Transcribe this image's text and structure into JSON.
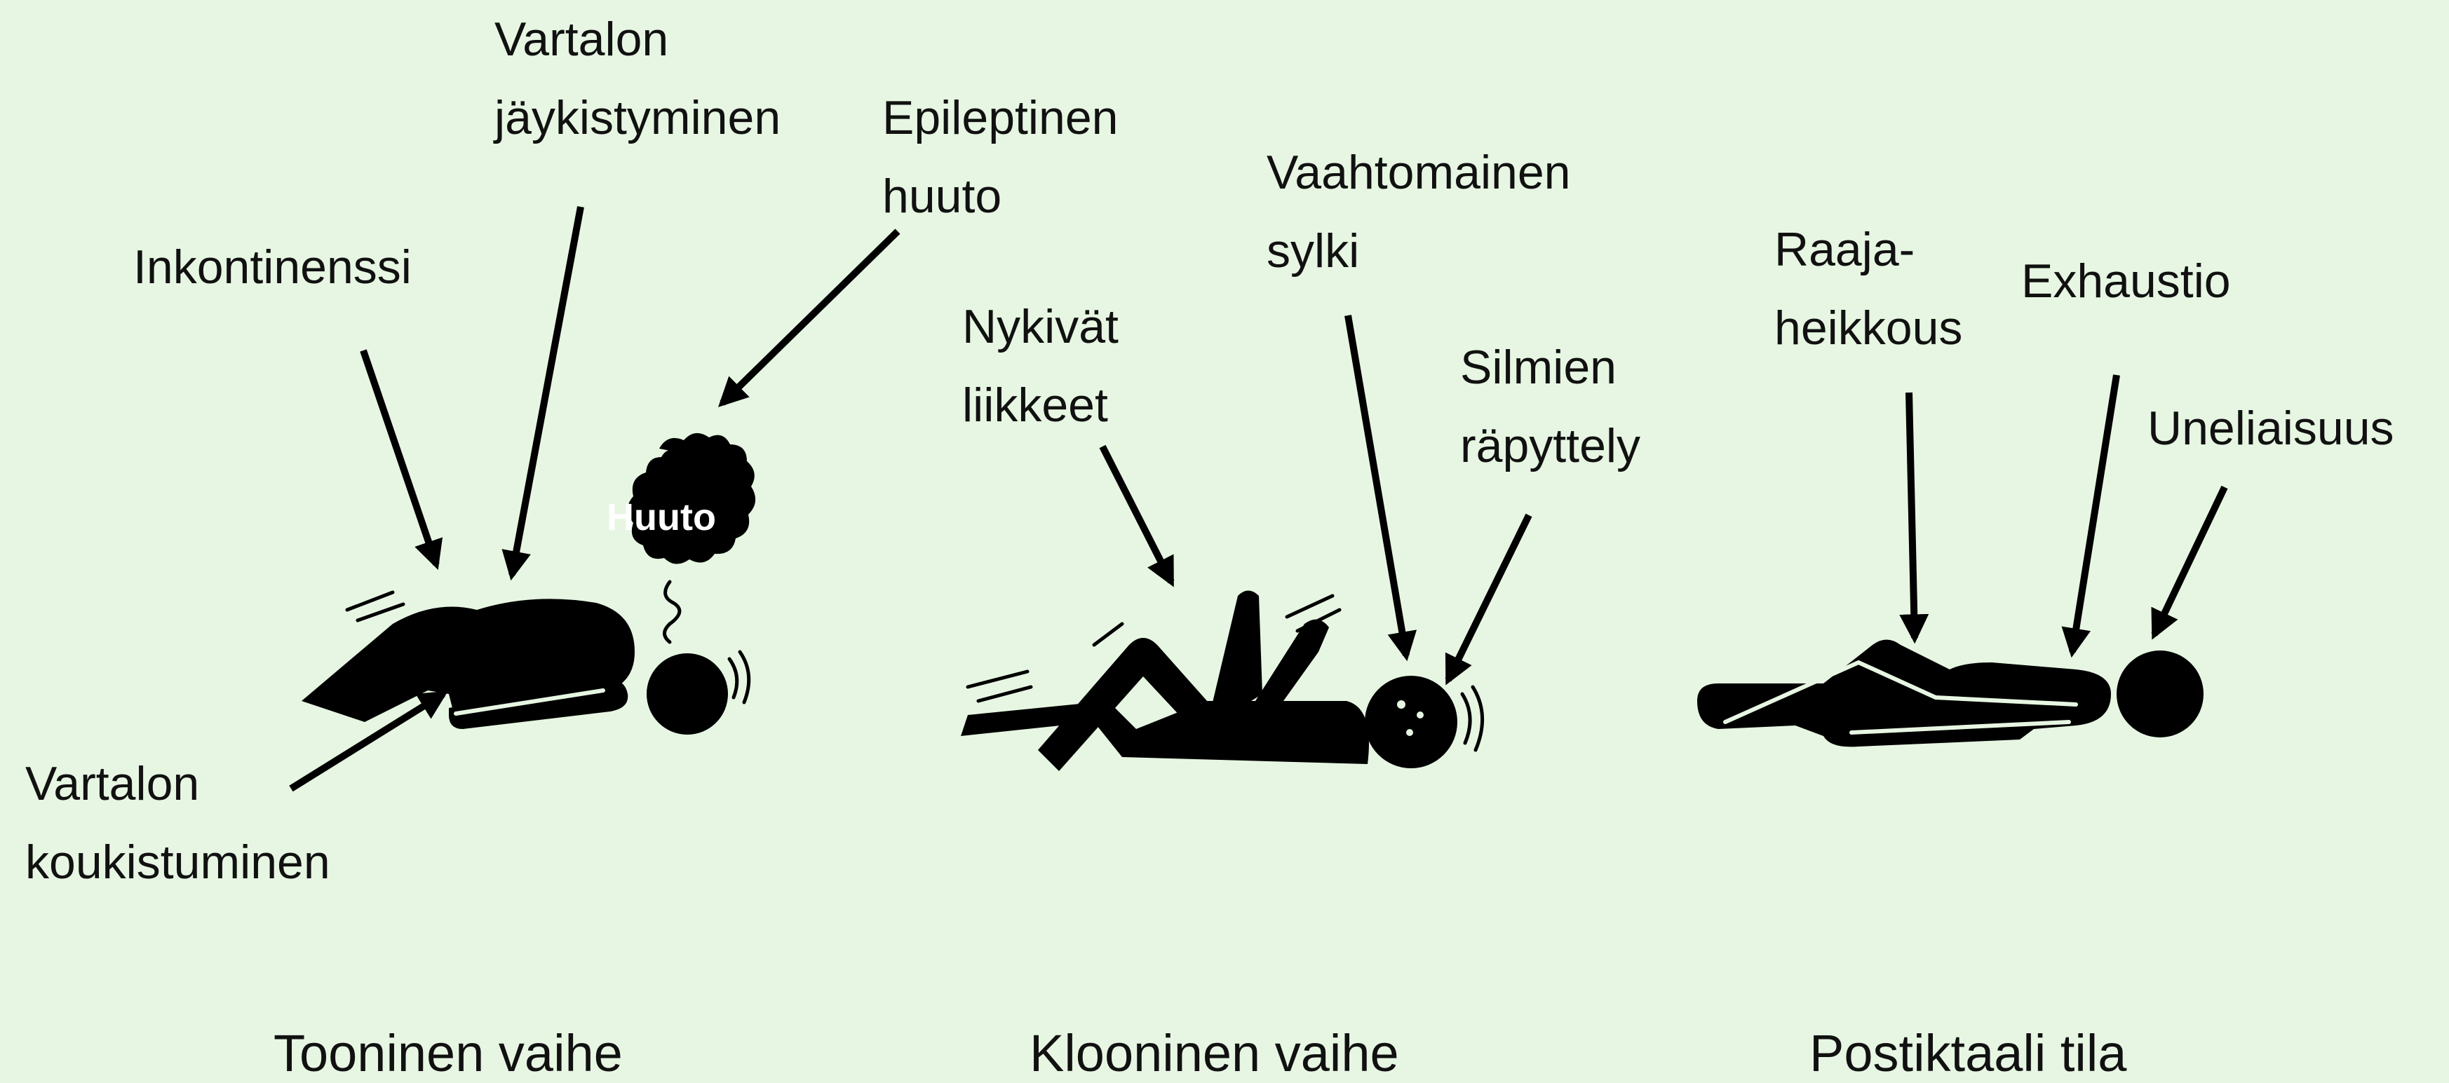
{
  "labels": {
    "vartalon_jaykistyminen": [
      "Vartalon",
      "jäykistyminen"
    ],
    "epileptinen_huuto": [
      "Epileptinen",
      "huuto"
    ],
    "inkontinenssi": [
      "Inkontinenssi"
    ],
    "vartalon_koukistuminen": [
      "Vartalon",
      "koukistuminen"
    ],
    "huuto_bubble": "Huuto",
    "nykivat_liikkeet": [
      "Nykivät",
      "liikkeet"
    ],
    "vaahtomainen_sylki": [
      "Vaahtomainen",
      "sylki"
    ],
    "silmien_rapyttely": [
      "Silmien",
      "räpyttely"
    ],
    "raajaheikkous": [
      "Raaja-",
      "heikkous"
    ],
    "exhaustio": [
      "Exhaustio"
    ],
    "uneliaisuus": [
      "Uneliaisuus"
    ]
  },
  "phases": {
    "tonic": "Tooninen vaihe",
    "clonic": "Klooninen vaihe",
    "postictal": "Postiktaali tila"
  },
  "colors": {
    "background": "#e6f6e2",
    "figure": "#000000",
    "text": "#111111"
  }
}
